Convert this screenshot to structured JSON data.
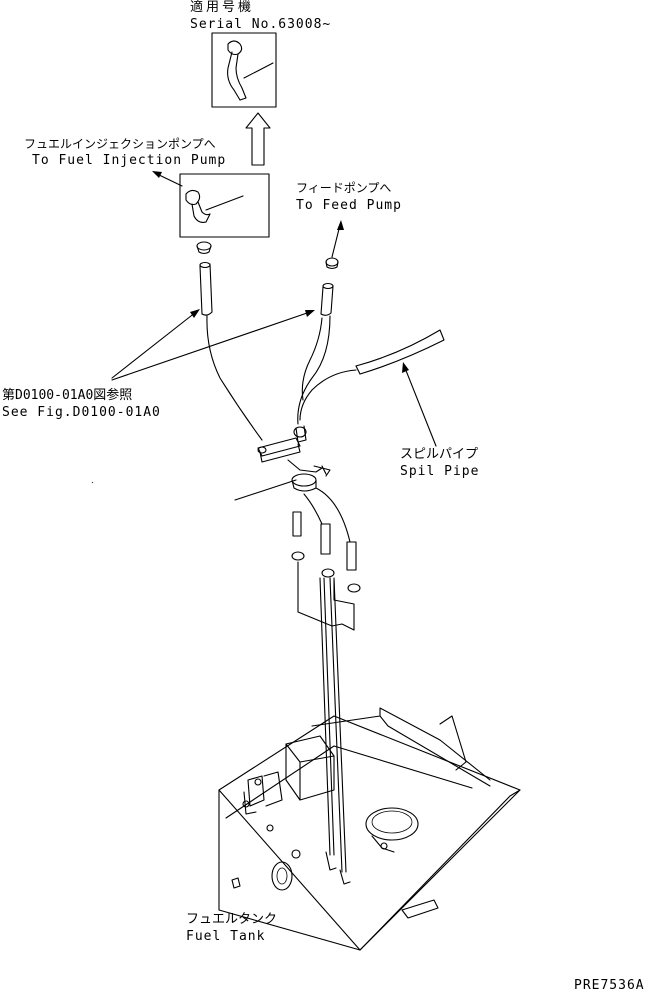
{
  "labels": {
    "serial_jp": "適用号機",
    "serial_en": "Serial No.63008~",
    "injection_jp": "フュエルインジェクションポンプへ",
    "injection_en": "To Fuel Injection Pump",
    "feed_jp": "フィードポンプへ",
    "feed_en": "To Feed Pump",
    "fig_jp": "第D0100-01A0図参照",
    "fig_en": "See Fig.D0100-01A0",
    "spill_jp": "スピルパイプ",
    "spill_en": "Spil Pipe",
    "tank_jp": "フュエルタンク",
    "tank_en": "Fuel Tank",
    "drawing_id": "PRE7536A"
  }
}
